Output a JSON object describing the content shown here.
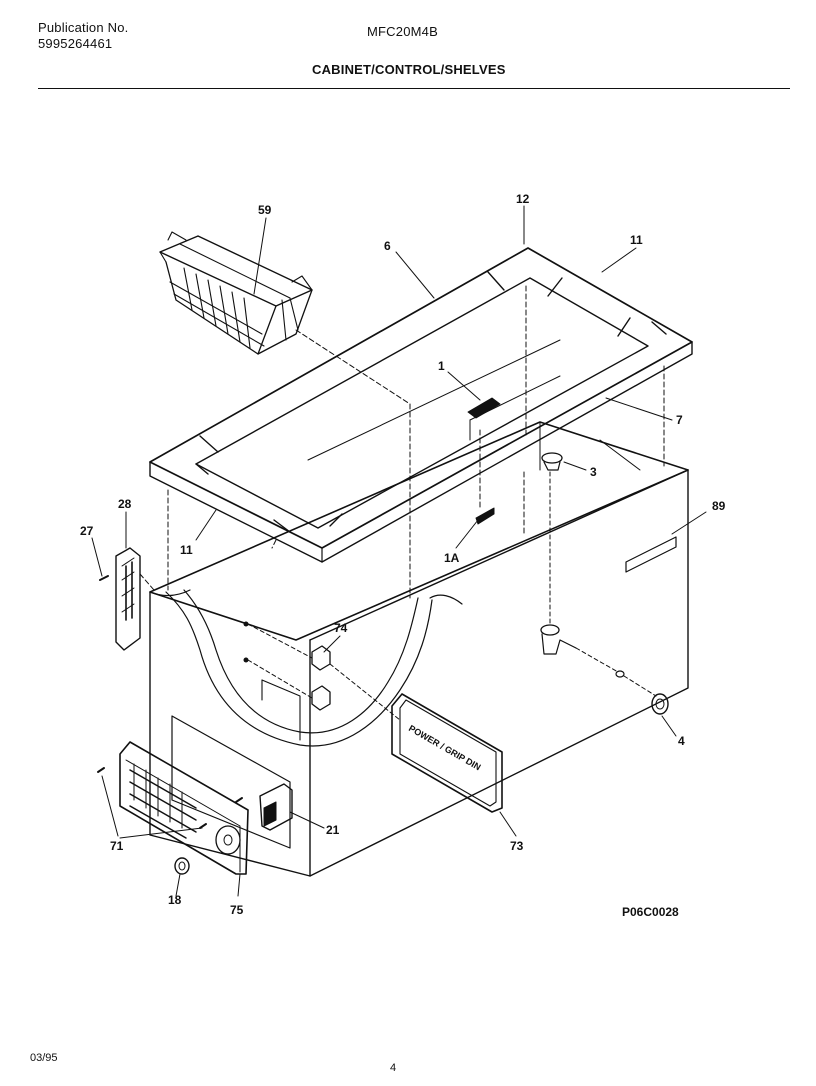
{
  "header": {
    "publication_label": "Publication No.",
    "publication_number": "5995264461",
    "model": "MFC20M4B",
    "section_title": "CABINET/CONTROL/SHELVES"
  },
  "diagram": {
    "figure_code": "P06C0028",
    "panel_text": "POWER / GRIP DIN",
    "callouts": {
      "c59": "59",
      "c6": "6",
      "c12": "12",
      "c11a": "11",
      "c1": "1",
      "c7": "7",
      "c3": "3",
      "c28": "28",
      "c27": "27",
      "c89": "89",
      "c11b": "11",
      "c1A": "1A",
      "c74": "74",
      "c4": "4",
      "c73": "73",
      "c21": "21",
      "c71": "71",
      "c18": "18",
      "c75": "75"
    }
  },
  "footer": {
    "date": "03/95",
    "page": "4"
  }
}
